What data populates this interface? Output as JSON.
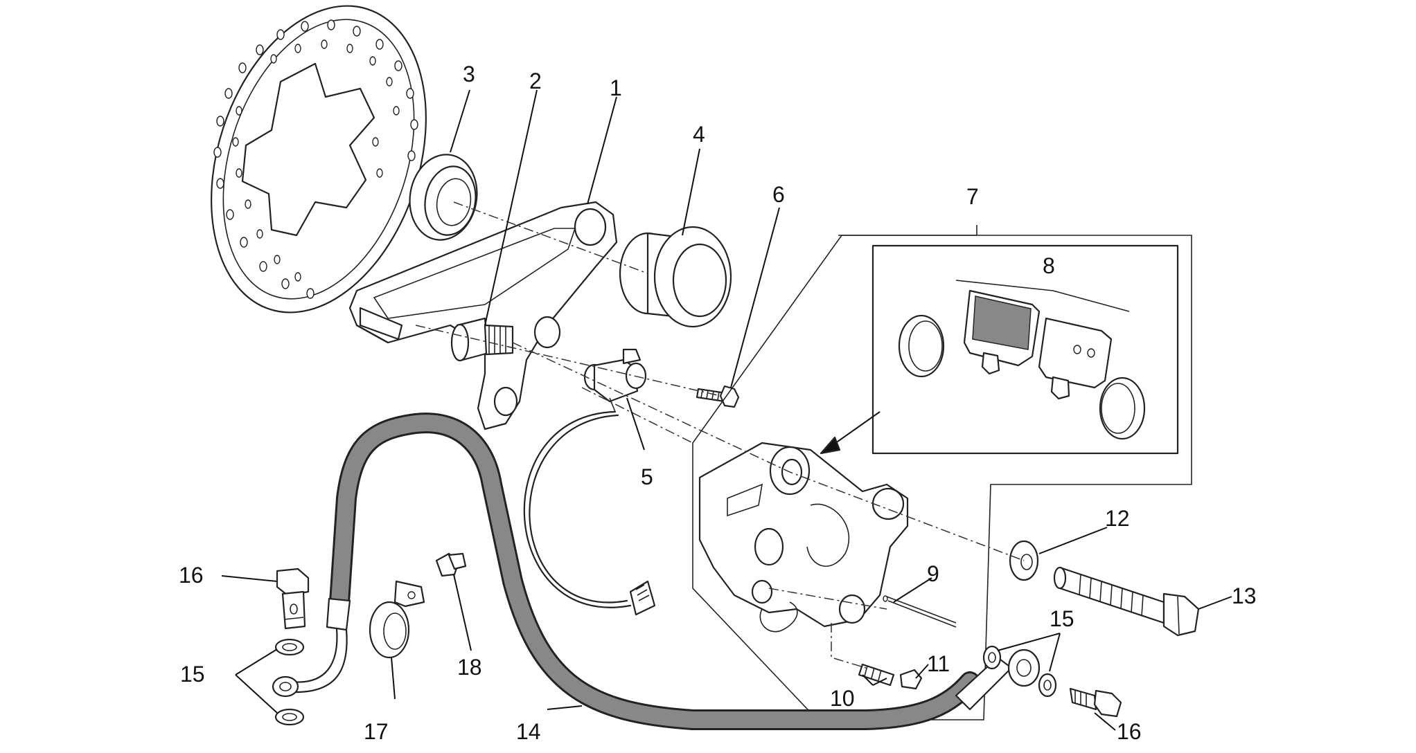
{
  "diagram": {
    "callouts": [
      {
        "id": "c1",
        "text": "1"
      },
      {
        "id": "c2",
        "text": "2"
      },
      {
        "id": "c3",
        "text": "3"
      },
      {
        "id": "c4",
        "text": "4"
      },
      {
        "id": "c5",
        "text": "5"
      },
      {
        "id": "c6",
        "text": "6"
      },
      {
        "id": "c7",
        "text": "7"
      },
      {
        "id": "c8",
        "text": "8"
      },
      {
        "id": "c9",
        "text": "9"
      },
      {
        "id": "c10",
        "text": "10"
      },
      {
        "id": "c11",
        "text": "11"
      },
      {
        "id": "c12",
        "text": "12"
      },
      {
        "id": "c13",
        "text": "13"
      },
      {
        "id": "c14",
        "text": "14"
      },
      {
        "id": "c15a",
        "text": "15"
      },
      {
        "id": "c15b",
        "text": "15"
      },
      {
        "id": "c16a",
        "text": "16"
      },
      {
        "id": "c16b",
        "text": "16"
      },
      {
        "id": "c17",
        "text": "17"
      },
      {
        "id": "c18",
        "text": "18"
      }
    ]
  }
}
